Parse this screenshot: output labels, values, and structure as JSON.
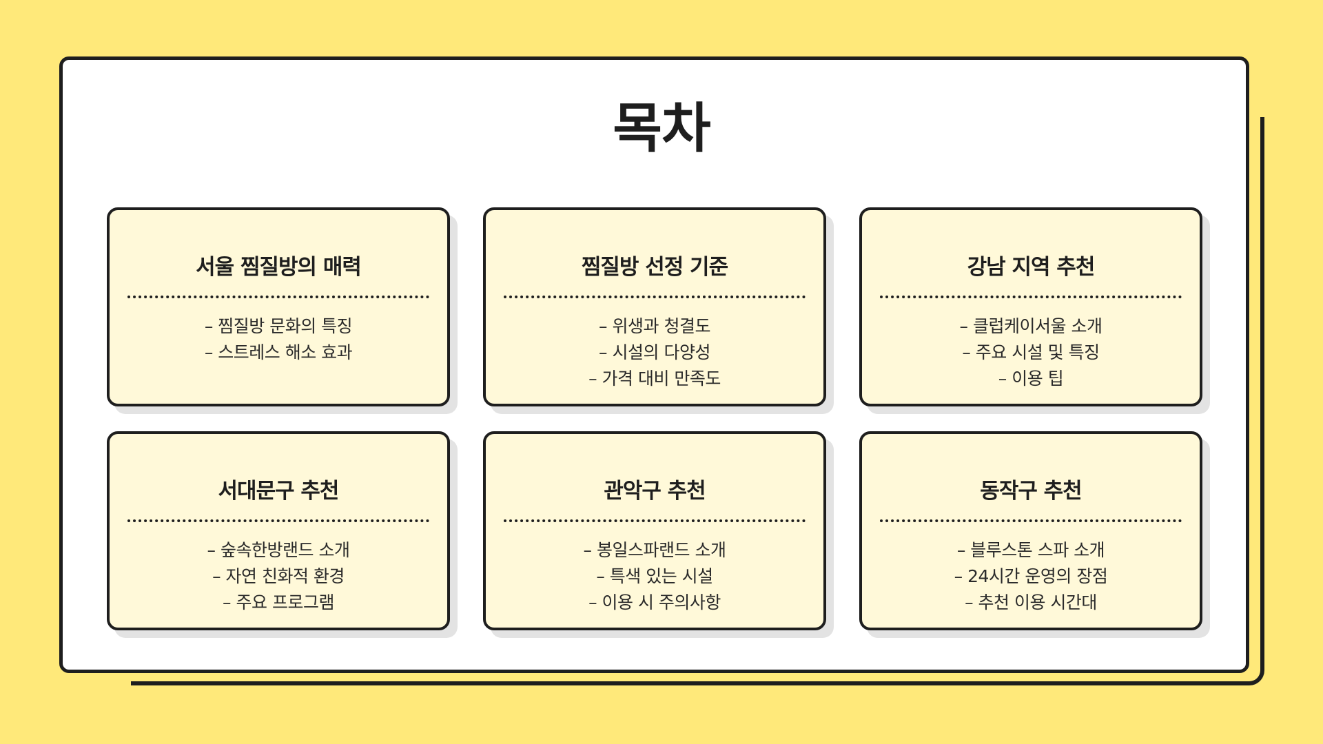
{
  "page": {
    "title": "목차"
  },
  "cards": [
    {
      "title": "서울 찜질방의 매력",
      "items": [
        "– 찜질방 문화의 특징",
        "– 스트레스 해소 효과"
      ]
    },
    {
      "title": "찜질방 선정 기준",
      "items": [
        "– 위생과 청결도",
        "– 시설의 다양성",
        "– 가격 대비 만족도"
      ]
    },
    {
      "title": "강남 지역 추천",
      "items": [
        "– 클럽케이서울 소개",
        "– 주요 시설 및 특징",
        "– 이용 팁"
      ]
    },
    {
      "title": "서대문구 추천",
      "items": [
        "– 숲속한방랜드 소개",
        "– 자연 친화적 환경",
        "– 주요 프로그램"
      ]
    },
    {
      "title": "관악구 추천",
      "items": [
        "– 봉일스파랜드 소개",
        "– 특색 있는 시설",
        "– 이용 시 주의사항"
      ]
    },
    {
      "title": "동작구 추천",
      "items": [
        "– 블루스톤 스파 소개",
        "– 24시간 운영의 장점",
        "– 추천 이용 시간대"
      ]
    }
  ],
  "colors": {
    "background": "#FFE97A",
    "panel": "#FFFFFF",
    "card": "#FFF9D9",
    "ink": "#1E1E1E"
  }
}
